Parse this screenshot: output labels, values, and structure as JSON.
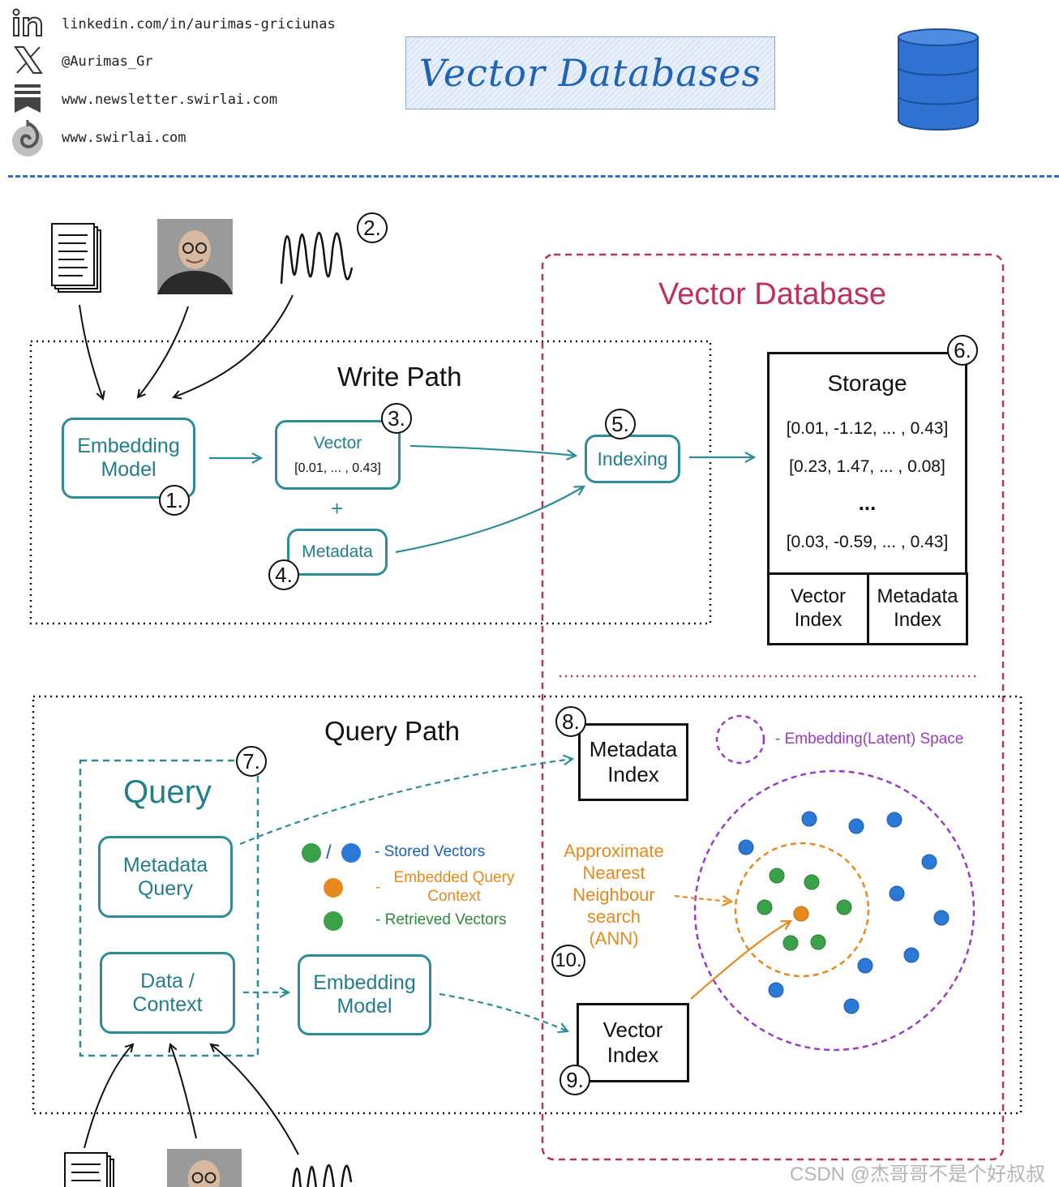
{
  "header": {
    "linkedin": "linkedin.com/in/aurimas-griciunas",
    "twitter": "@Aurimas_Gr",
    "newsletter": "www.newsletter.swirlai.com",
    "website": "www.swirlai.com",
    "title": "Vector Databases"
  },
  "vector_database": {
    "title": "Vector Database",
    "storage": {
      "title": "Storage",
      "rows": [
        "[0.01, -1.12, ... , 0.43]",
        "[0.23, 1.47, ... , 0.08]",
        "...",
        "[0.03, -0.59, ... , 0.43]"
      ],
      "vector_index": "Vector\nIndex",
      "metadata_index": "Metadata\nIndex"
    }
  },
  "write_path": {
    "title": "Write Path",
    "embedding_model": "Embedding\nModel",
    "vector_label": "Vector",
    "vector_value": "[0.01, ... , 0.43]",
    "plus": "+",
    "metadata": "Metadata",
    "indexing": "Indexing"
  },
  "query_path": {
    "title": "Query Path",
    "query_title": "Query",
    "metadata_query": "Metadata\nQuery",
    "data_context": "Data /\nContext",
    "embedding_model": "Embedding\nModel",
    "metadata_index": "Metadata\nIndex",
    "vector_index": "Vector\nIndex",
    "ann": "Approximate\nNearest\nNeighbour\nsearch\n(ANN)"
  },
  "legend": {
    "slash": "/",
    "stored": "- Stored Vectors",
    "embedded_dash": "-",
    "embedded": "Embedded Query\nContext",
    "retrieved": "- Retrieved Vectors",
    "latent": "- Embedding(Latent) Space"
  },
  "step_numbers": [
    "1.",
    "2.",
    "3.",
    "4.",
    "5.",
    "6.",
    "7.",
    "8.",
    "9.",
    "10."
  ],
  "watermark": "CSDN @杰哥哥不是个好叔叔",
  "colors": {
    "teal": "#2e8c9a",
    "crimson": "#c0305a",
    "purple": "#9b3bc4",
    "orange": "#e8891e",
    "blue_point": "#2b78d6",
    "green_point": "#3aa149",
    "title_blue": "#1f63b8"
  },
  "icons": [
    "linkedin-icon",
    "x-icon",
    "newsletter-icon",
    "swirl-icon",
    "database-icon",
    "document-icon",
    "person-photo",
    "audio-wave-icon"
  ]
}
